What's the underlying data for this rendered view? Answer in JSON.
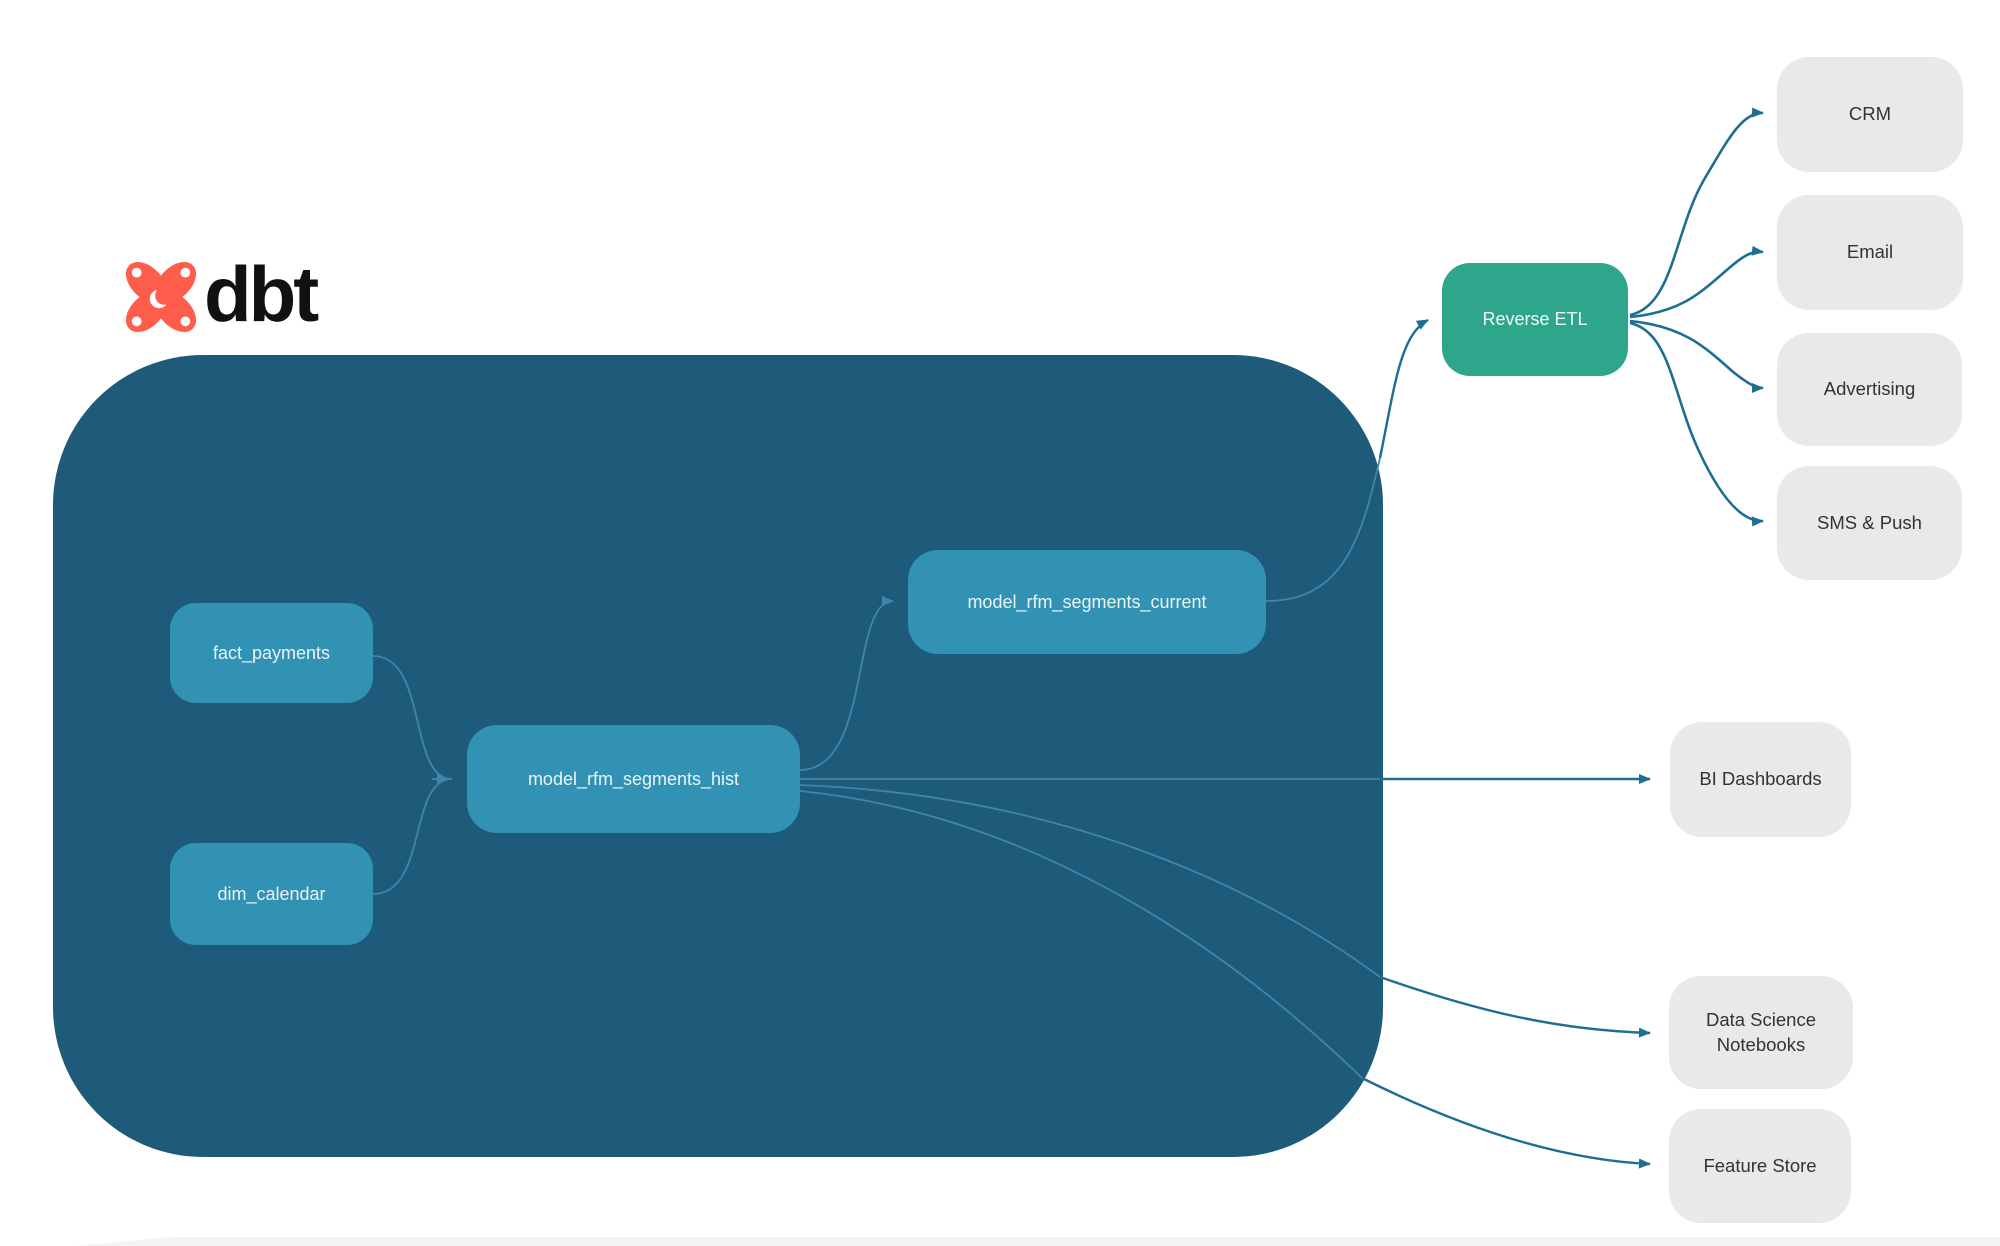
{
  "title": "dbt RFM segmentation pipeline diagram",
  "logo": {
    "brand": "dbt"
  },
  "colors": {
    "container_background": "#1E5B7A",
    "model_node": "#3292B4",
    "reverse_etl_node": "#2EA68B",
    "destination_node": "#E9E9E9",
    "connector_outer": "#1D6E91",
    "connector_inner": "#3E87A6",
    "logo_orange": "#FF5D4C",
    "label_on_dark": "#EAF4F8",
    "label_on_light": "#333333"
  },
  "nodes": {
    "fact_payments": {
      "label": "fact_payments"
    },
    "dim_calendar": {
      "label": "dim_calendar"
    },
    "model_rfm_segments_hist": {
      "label": "model_rfm_segments_hist"
    },
    "model_rfm_segments_current": {
      "label": "model_rfm_segments_current"
    },
    "reverse_etl": {
      "label": "Reverse ETL"
    },
    "crm": {
      "label": "CRM"
    },
    "email": {
      "label": "Email"
    },
    "advertising": {
      "label": "Advertising"
    },
    "sms_push": {
      "label": "SMS & Push"
    },
    "bi_dashboards": {
      "label": "BI Dashboards"
    },
    "data_science_notebooks": {
      "label": "Data Science Notebooks"
    },
    "feature_store": {
      "label": "Feature Store"
    }
  },
  "edges": [
    {
      "from": "fact_payments",
      "to": "model_rfm_segments_hist"
    },
    {
      "from": "dim_calendar",
      "to": "model_rfm_segments_hist"
    },
    {
      "from": "model_rfm_segments_hist",
      "to": "model_rfm_segments_current"
    },
    {
      "from": "model_rfm_segments_current",
      "to": "reverse_etl"
    },
    {
      "from": "reverse_etl",
      "to": "crm"
    },
    {
      "from": "reverse_etl",
      "to": "email"
    },
    {
      "from": "reverse_etl",
      "to": "advertising"
    },
    {
      "from": "reverse_etl",
      "to": "sms_push"
    },
    {
      "from": "model_rfm_segments_hist",
      "to": "bi_dashboards"
    },
    {
      "from": "model_rfm_segments_hist",
      "to": "data_science_notebooks"
    },
    {
      "from": "model_rfm_segments_hist",
      "to": "feature_store"
    }
  ]
}
